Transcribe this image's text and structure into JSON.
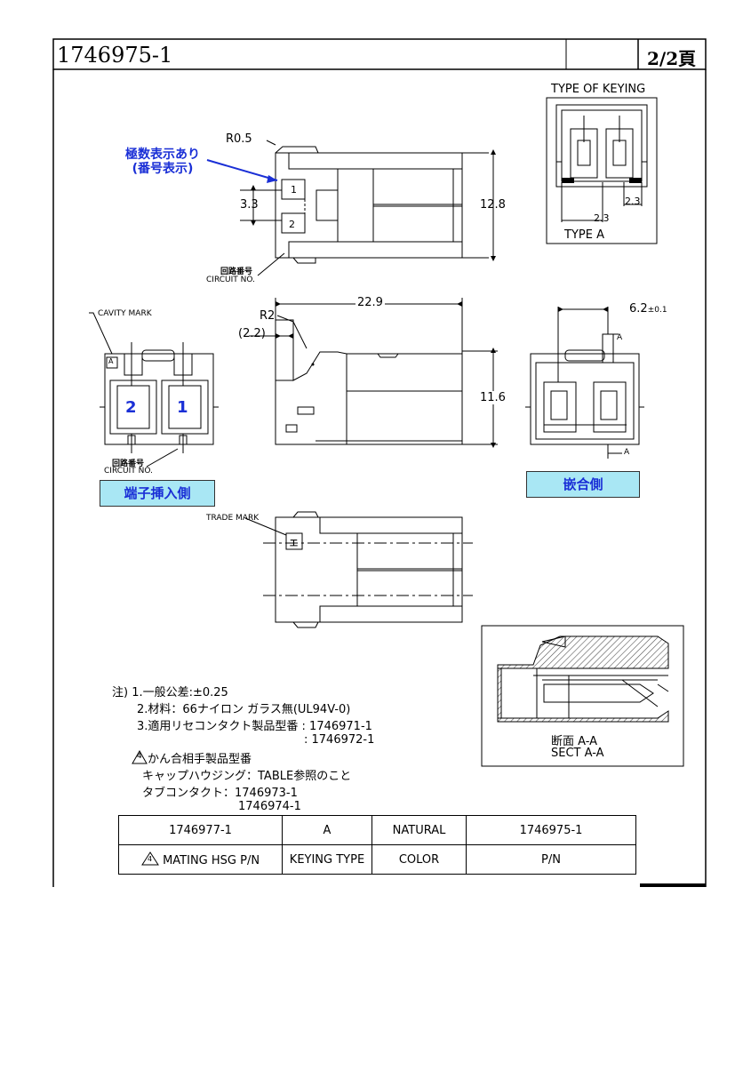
{
  "header": {
    "part_number": "1746975-1",
    "page": "2/2頁"
  },
  "annotations": {
    "polarity_mark_line1": "極数表示あり",
    "polarity_mark_line2": "(番号表示)",
    "radius_small": "R0.5",
    "pitch": "3.3",
    "height_top": "12.8",
    "circuit_no_jp": "回路番号",
    "circuit_no": "CIRCUIT NO.",
    "cavity_mark": "CAVITY MARK",
    "cavity_letter": "A",
    "length": "22.9",
    "radius_large": "R2",
    "radius_offset": "(2.2)",
    "height_side": "11.6",
    "width_front": "6.2",
    "tolerance_front": "±0.1",
    "section_letter": "A",
    "trade_mark": "TRADE MARK",
    "cav1": "1",
    "cav2": "2",
    "side_terminal": "端子挿入側",
    "side_mating": "嵌合側"
  },
  "keying": {
    "title": "TYPE OF KEYING",
    "dim1": "2.3",
    "dim2": "2.3",
    "label": "TYPE A"
  },
  "section": {
    "label_jp": "断面 A-A",
    "label_en": "SECT A-A"
  },
  "notes": {
    "n1": "注) 1.一般公差:±0.25",
    "n2": "2.材料：66ナイロン ガラス無(UL94V-0)",
    "n3": "3.適用リセコンタクト製品型番 : 1746971-1",
    "n3b": ": 1746972-1",
    "n4_num": "4",
    "n4": "かん合相手製品型番",
    "n5": "キャップハウジング：TABLE参照のこと",
    "n6": "タブコンタクト：1746973-1",
    "n6b": "1746974-1"
  },
  "table": {
    "row1": [
      "1746977-1",
      "A",
      "NATURAL",
      "1746975-1"
    ],
    "row2": [
      "MATING HSG P/N",
      "KEYING TYPE",
      "COLOR",
      "P/N"
    ],
    "row2_icon_num": "4"
  },
  "colors": {
    "accent_blue": "#1a2fd6",
    "badge_bg": "#a9e7f4",
    "hatch": "#555555"
  }
}
